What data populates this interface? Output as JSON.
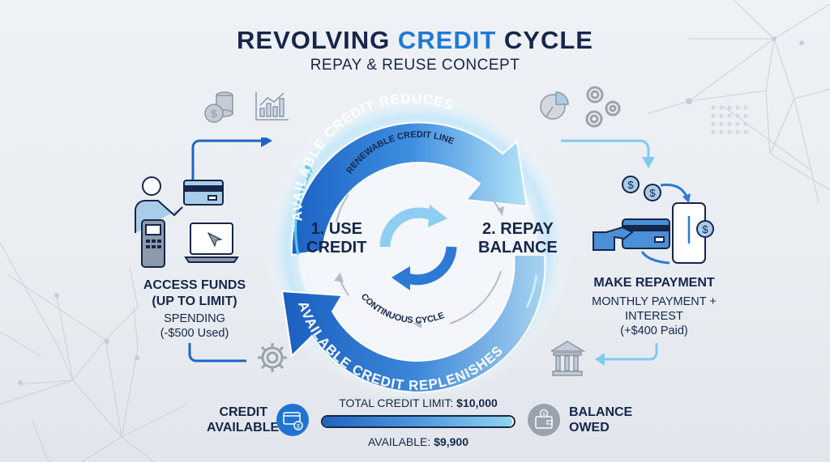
{
  "header": {
    "title_part1": "REVOLVING",
    "title_accent": "CREDIT",
    "title_part2": "CYCLE",
    "subtitle": "REPAY & REUSE CONCEPT"
  },
  "cycle": {
    "outer_top_label": "AVAILABLE CREDIT REDUCES",
    "outer_bottom_label": "AVAILABLE CREDIT REPLENISHES",
    "inner_top_label": "RENEWABLE CREDIT LINE",
    "inner_bottom_label": "CONTINUOUS CYCLE",
    "step1_line1": "1. USE",
    "step1_line2": "CREDIT",
    "step2_line1": "2. REPAY",
    "step2_line2": "BALANCE"
  },
  "left_panel": {
    "heading_line1": "ACCESS FUNDS",
    "heading_line2": "(UP TO LIMIT)",
    "detail_line1": "SPENDING",
    "detail_line2": "(-$500 Used)",
    "icons": [
      "coins-icon",
      "bar-chart-icon",
      "person-card-pos-icon",
      "laptop-icon",
      "gear-icon"
    ]
  },
  "right_panel": {
    "heading": "MAKE REPAYMENT",
    "detail_line1": "MONTHLY PAYMENT +",
    "detail_line2": "INTEREST",
    "detail_line3": "(+$400 Paid)",
    "icons": [
      "pie-chart-icon",
      "gears-icon",
      "hand-card-phone-icon",
      "bank-icon"
    ]
  },
  "footer": {
    "credit_available_line1": "CREDIT",
    "credit_available_line2": "AVAILABLE",
    "balance_owed_line1": "BALANCE",
    "balance_owed_line2": "OWED",
    "total_limit_label": "TOTAL CREDIT LIMIT:",
    "total_limit_value": "$10,000",
    "available_label": "AVAILABLE:",
    "available_value": "$9,900",
    "available_percent": 99
  },
  "colors": {
    "navy": "#16264a",
    "accent_blue": "#1f7ad6",
    "light_blue": "#8fd3ef",
    "grey_icon": "#9aa3ae"
  }
}
